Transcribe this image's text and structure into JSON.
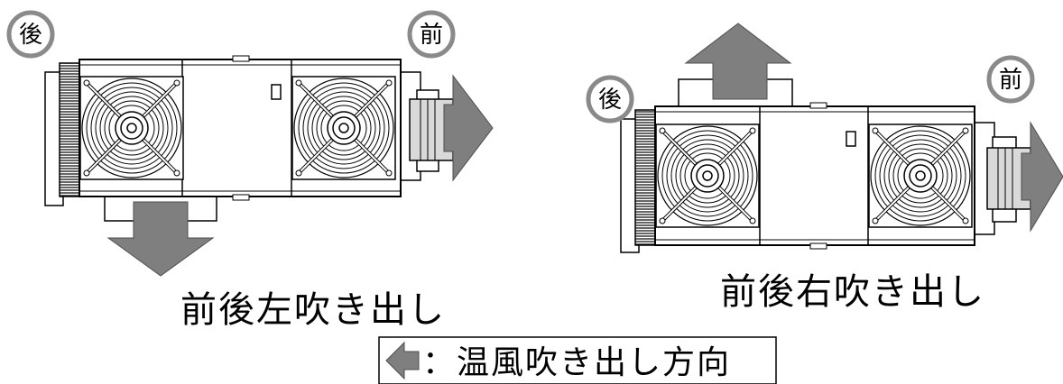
{
  "units": [
    {
      "id": "left",
      "rear_label": "後",
      "front_label": "前",
      "caption": "前後左吹き出し"
    },
    {
      "id": "right",
      "rear_label": "後",
      "front_label": "前",
      "caption": "前後右吹き出し"
    }
  ],
  "legend": {
    "text": "：温風吹き出し方向"
  },
  "colors": {
    "arrow": "#7f7f7f",
    "outline": "#000000",
    "badge_ring": "#8a8a8a"
  }
}
